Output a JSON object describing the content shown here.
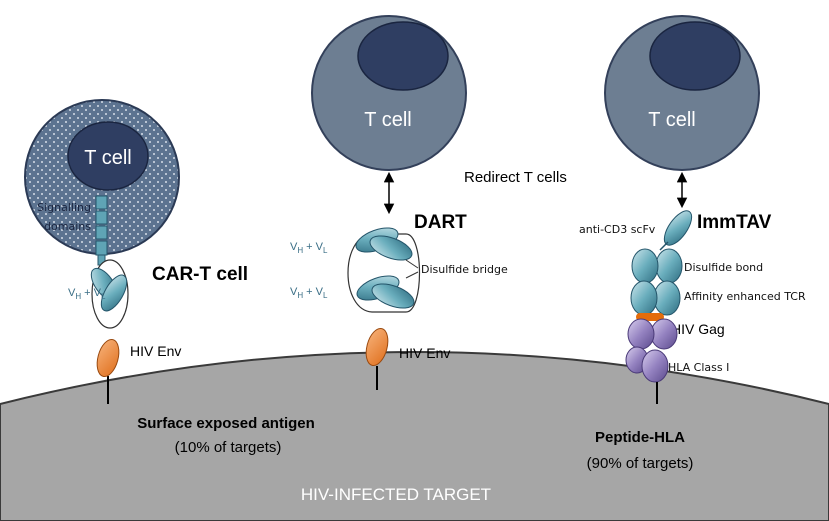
{
  "colors": {
    "cell_body": "#6d7e92",
    "cell_edge": "#33405a",
    "nucleus": "#2f3e62",
    "membrane": "#a6a6a6",
    "env": "#f08a35",
    "teal": "#5fa4b5",
    "purple": "#8e7bb6",
    "hinge": "#e46c0a"
  },
  "icons": [
    "t-cell-icon",
    "env-protein-icon",
    "scfv-icon",
    "tcr-icon",
    "hla-icon",
    "double-arrow-icon"
  ],
  "car_t": {
    "cell_label": "T cell",
    "signalling_label": "Signalling",
    "domains_label": "domains",
    "vh_vl": {
      "v1": "V",
      "s1": "H",
      "plus": " + V",
      "s2": "L"
    },
    "title": "CAR-T cell",
    "env_label": "HIV Env"
  },
  "dart": {
    "cell_label": "T cell",
    "title": "DART",
    "vh_vl_top": {
      "v1": "V",
      "s1": "H",
      "plus": " + V",
      "s2": "L"
    },
    "vh_vl_bottom": {
      "v1": "V",
      "s1": "H",
      "plus": " + V",
      "s2": "L"
    },
    "disulfide": "Disulfide bridge",
    "env_label": "HIV Env"
  },
  "redirect_label": "Redirect T cells",
  "immtav": {
    "cell_label": "T cell",
    "title": "ImmTAV",
    "scfv_label": "anti-CD3 scFv",
    "disulfide": "Disulfide bond",
    "tcr_label": "Affinity enhanced TCR",
    "gag_label": "HIV Gag",
    "hla_label": "HLA Class I"
  },
  "target": {
    "surface_title": "Surface exposed antigen",
    "surface_pct": "(10% of targets)",
    "peptide_title": "Peptide-HLA",
    "peptide_pct": "(90% of targets)",
    "label": "HIV-INFECTED TARGET"
  }
}
